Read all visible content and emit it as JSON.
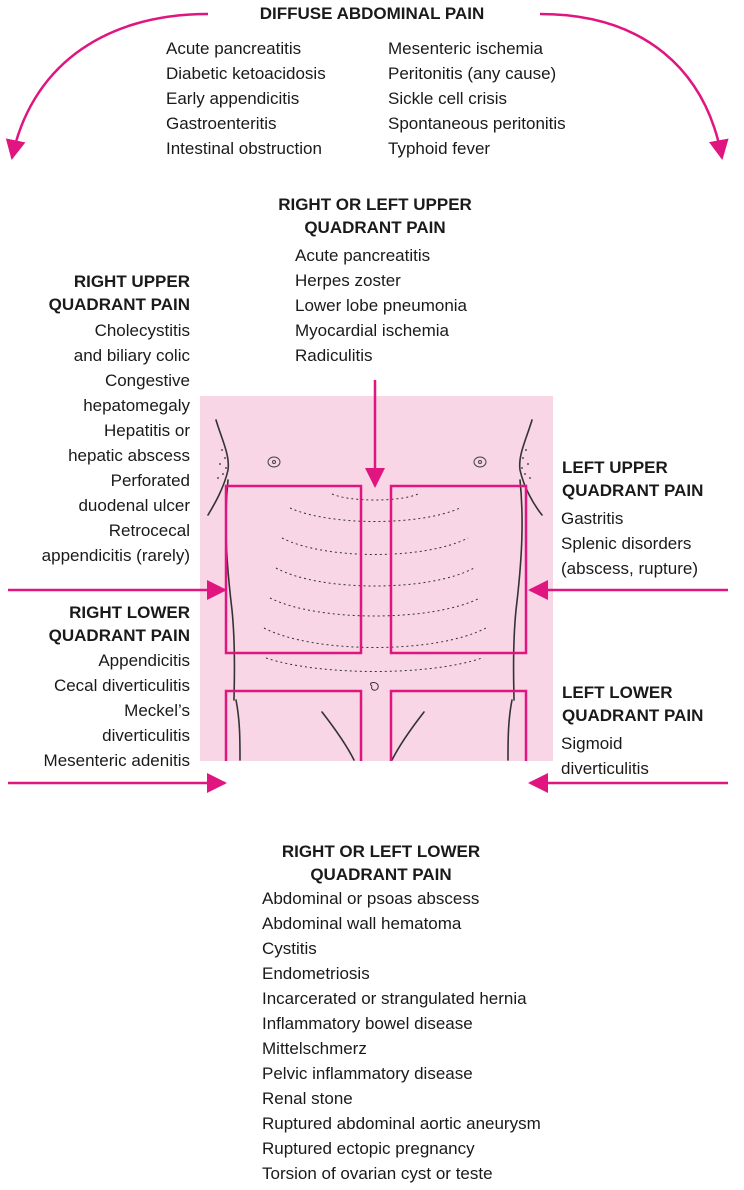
{
  "diffuse": {
    "heading": "DIFFUSE ABDOMINAL PAIN",
    "col1": [
      "Acute pancreatitis",
      "Diabetic ketoacidosis",
      "Early appendicitis",
      "Gastroenteritis",
      "Intestinal obstruction"
    ],
    "col2": [
      "Mesenteric ischemia",
      "Peritonitis (any cause)",
      "Sickle cell crisis",
      "Spontaneous peritonitis",
      "Typhoid fever"
    ]
  },
  "upper_either": {
    "heading": [
      "RIGHT OR LEFT UPPER",
      "QUADRANT PAIN"
    ],
    "items": [
      "Acute pancreatitis",
      "Herpes zoster",
      "Lower lobe pneumonia",
      "Myocardial ischemia",
      "Radiculitis"
    ]
  },
  "ruq": {
    "heading": [
      "RIGHT UPPER",
      "QUADRANT PAIN"
    ],
    "items": [
      "Cholecystitis",
      "and biliary colic",
      "Congestive",
      "hepatomegaly",
      "Hepatitis or",
      "hepatic abscess",
      "Perforated",
      "duodenal ulcer",
      "Retrocecal",
      "appendicitis (rarely)"
    ]
  },
  "luq": {
    "heading": [
      "LEFT UPPER",
      "QUADRANT PAIN"
    ],
    "items": [
      "Gastritis",
      "Splenic disorders",
      "(abscess, rupture)"
    ]
  },
  "rlq": {
    "heading": [
      "RIGHT LOWER",
      "QUADRANT PAIN"
    ],
    "items": [
      "Appendicitis",
      "Cecal diverticulitis",
      "Meckel’s",
      "diverticulitis",
      "Mesenteric adenitis"
    ]
  },
  "llq": {
    "heading": [
      "LEFT LOWER",
      "QUADRANT PAIN"
    ],
    "items": [
      "Sigmoid",
      "diverticulitis"
    ]
  },
  "lower_either": {
    "heading": [
      "RIGHT OR LEFT LOWER",
      "QUADRANT PAIN"
    ],
    "items": [
      "Abdominal or psoas abscess",
      "Abdominal wall hematoma",
      "Cystitis",
      "Endometriosis",
      "Incarcerated or strangulated hernia",
      "Inflammatory bowel disease",
      "Mittelschmerz",
      "Pelvic inflammatory disease",
      "Renal stone",
      "Ruptured abdominal aortic aneurysm",
      "Ruptured ectopic pregnancy",
      "Torsion of ovarian cyst or teste"
    ]
  },
  "colors": {
    "accent": "#e0157f",
    "panel": "#f8d6e6",
    "ink": "#1a1a1a"
  }
}
